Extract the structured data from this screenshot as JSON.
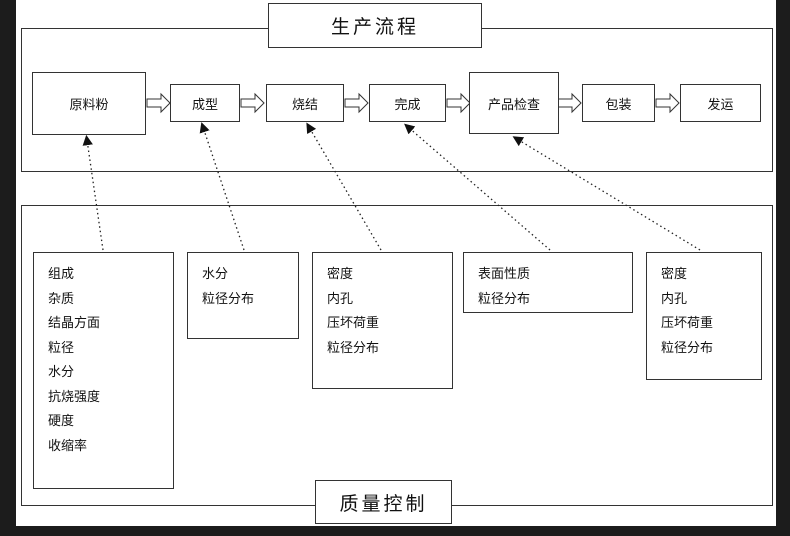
{
  "title": "生产流程",
  "footer_title": "质量控制",
  "process_steps": [
    "原料粉",
    "成型",
    "烧结",
    "完成",
    "产品检查",
    "包装",
    "发运"
  ],
  "quality_groups": [
    {
      "items": [
        "组成",
        "杂质",
        "结晶方面",
        "粒径",
        "水分",
        "抗烧强度",
        "硬度",
        "收缩率"
      ]
    },
    {
      "items": [
        "水分",
        "粒径分布"
      ]
    },
    {
      "items": [
        "密度",
        "内孔",
        "压坏荷重",
        "粒径分布"
      ]
    },
    {
      "items": [
        "表面性质",
        "粒径分布"
      ]
    },
    {
      "items": [
        "密度",
        "内孔",
        "压坏荷重",
        "粒径分布"
      ]
    }
  ]
}
